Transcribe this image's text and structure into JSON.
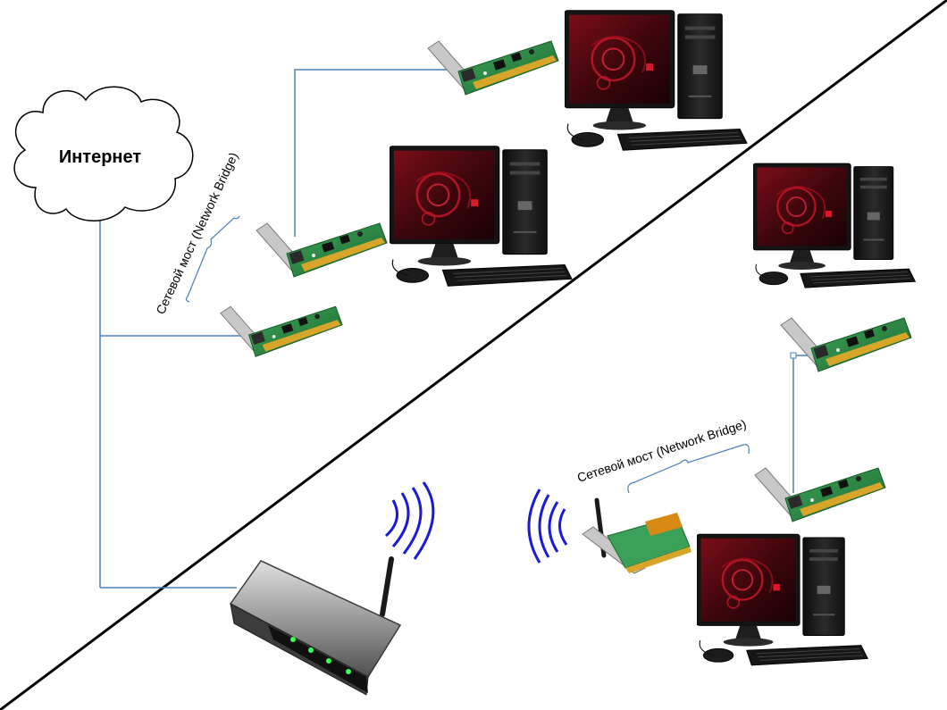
{
  "cloud": {
    "label": "Интернет"
  },
  "bridges": [
    {
      "label": "Сетевой мост (Network Bridge)"
    },
    {
      "label": "Сетевой мост (Network Bridge)"
    }
  ],
  "colors": {
    "cable": "#4a7ebb",
    "wireless_waves": "#1a1ad8",
    "divider": "#000000",
    "screen": "#5a0b12",
    "screen_glow": "#c4162a",
    "tower": "#1c1c1c",
    "pcb": "#2f8f45",
    "router_body": "#8c8c8c",
    "led": "#3cff5a"
  },
  "icons": [
    "cloud-icon",
    "desktop-pc-icon",
    "network-card-icon",
    "wireless-router-icon",
    "wifi-adapter-icon",
    "wireless-signal-icon"
  ]
}
